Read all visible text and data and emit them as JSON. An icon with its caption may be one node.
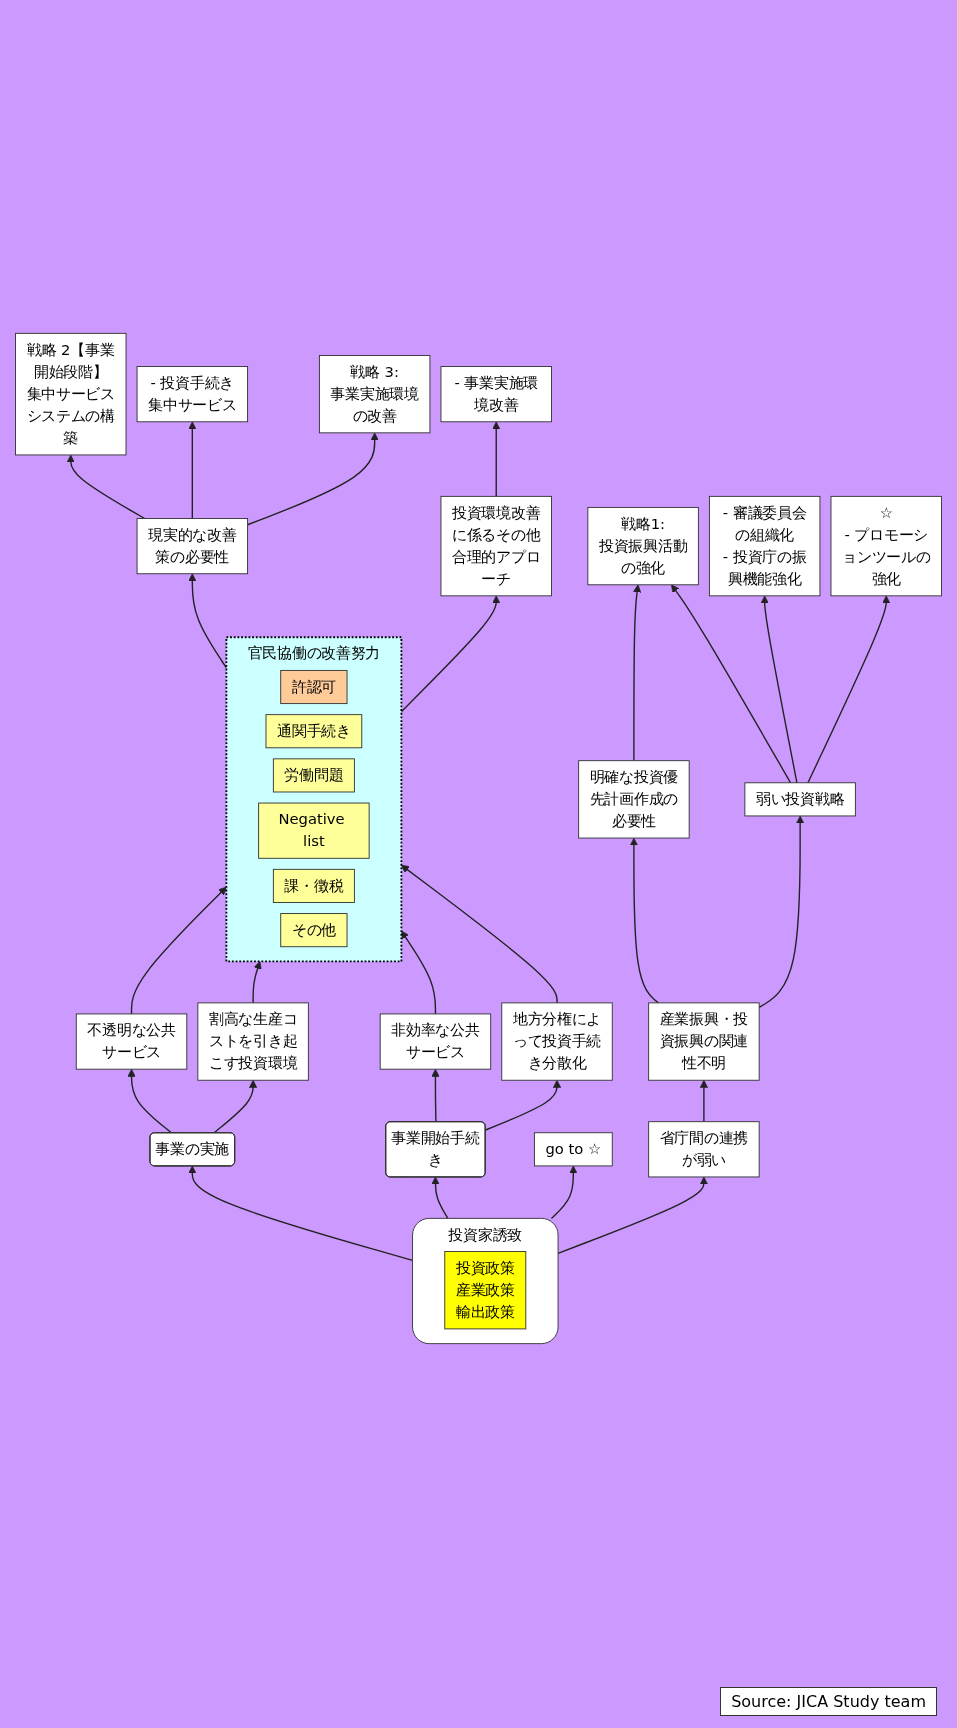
{
  "diagram": {
    "nodes": [
      {
        "text": [
          "投資家誘致"
        ]
      },
      {
        "text": [
          "投資政策",
          "産業政策",
          "輸出政策"
        ],
        "in": 0
      },
      {
        "text": [
          "事業開始手続き"
        ]
      },
      {
        "text": [
          "事業の実施"
        ]
      },
      {
        "text": [
          "go to ☆"
        ]
      },
      {
        "text": [
          "省庁間の連携が弱い"
        ]
      },
      {
        "text": [
          "地方分権によって投資手続き分散化"
        ]
      },
      {
        "text": [
          "非効率な公共サービス"
        ]
      },
      {
        "text": [
          "割高な生産コストを引き起こす投資環境"
        ]
      },
      {
        "text": [
          "不透明な公共サービス"
        ]
      },
      {
        "text": [
          "産業振興・投資振興の関連性不明"
        ]
      },
      {
        "text": [
          "官民協働の改善努力"
        ]
      },
      {
        "text": [
          "許認可"
        ],
        "in": 11
      },
      {
        "text": [
          "通関手続き"
        ],
        "in": 11
      },
      {
        "text": [
          "労働問題"
        ],
        "in": 11
      },
      {
        "text": [
          "Negative list"
        ],
        "in": 11
      },
      {
        "text": [
          "課・徴税"
        ],
        "in": 11
      },
      {
        "text": [
          "その他"
        ],
        "in": 11
      },
      {
        "text": [
          "弱い投資戦略"
        ]
      },
      {
        "text": [
          "明確な投資優先計画作成の必要性"
        ]
      },
      {
        "text": [
          "現実的な改善策の必要性"
        ]
      },
      {
        "text": [
          "投資環境改善に係るその他合理的アプローチ"
        ]
      },
      {
        "text": [
          "戦略1:",
          "投資振興活動の強化"
        ]
      },
      {
        "text": [
          "- 審議委員会の組織化",
          "- 投資庁の振興機能強化"
        ]
      },
      {
        "text": [
          "☆",
          "- プロモーションツールの強化"
        ]
      },
      {
        "text": [
          "戦略 2【事業開始段階】",
          "集中サービスシステムの構築"
        ]
      },
      {
        "text": [
          "- 投資手続き集中サービス"
        ]
      },
      {
        "text": [
          "戦略 3:",
          "事業実施環境の改善"
        ]
      },
      {
        "text": [
          "- 事業実施環境改善"
        ]
      }
    ],
    "edges": [
      {
        "from": 0,
        "to": 4,
        "arrow": "to"
      },
      {
        "from": 0,
        "to": 5,
        "arrow": "to"
      },
      {
        "from": 0,
        "to": 2,
        "arrow": "to"
      },
      {
        "from": 0,
        "to": 3,
        "arrow": "to"
      },
      {
        "from": 5,
        "to": 10,
        "arrow": "to"
      },
      {
        "from": 2,
        "to": 6,
        "arrow": "to"
      },
      {
        "from": 2,
        "to": 7,
        "arrow": "to"
      },
      {
        "from": 3,
        "to": 8,
        "arrow": "to"
      },
      {
        "from": 3,
        "to": 9,
        "arrow": "to"
      },
      {
        "from": 6,
        "to": 11,
        "arrow": "to"
      },
      {
        "from": 7,
        "to": 11,
        "arrow": "to"
      },
      {
        "from": 8,
        "to": 11,
        "arrow": "to"
      },
      {
        "from": 9,
        "to": 11,
        "arrow": "to"
      },
      {
        "from": 10,
        "to": 18,
        "arrow": "to"
      },
      {
        "from": 10,
        "to": 19,
        "arrow": "to"
      },
      {
        "from": 18,
        "to": 22,
        "arrow": "to"
      },
      {
        "from": 18,
        "to": 23,
        "arrow": "to"
      },
      {
        "from": 18,
        "to": 24,
        "arrow": "to"
      },
      {
        "from": 19,
        "to": 22,
        "arrow": "to"
      },
      {
        "from": 11,
        "to": 20,
        "arrow": "to"
      },
      {
        "from": 11,
        "to": 21,
        "arrow": "to"
      },
      {
        "from": 20,
        "to": 25,
        "arrow": "to"
      },
      {
        "from": 20,
        "to": 26,
        "arrow": "to"
      },
      {
        "from": 20,
        "to": 27,
        "arrow": "to"
      },
      {
        "from": 21,
        "to": 28,
        "arrow": "to"
      }
    ],
    "labels": [
      "Source: JICA Study team"
    ]
  }
}
